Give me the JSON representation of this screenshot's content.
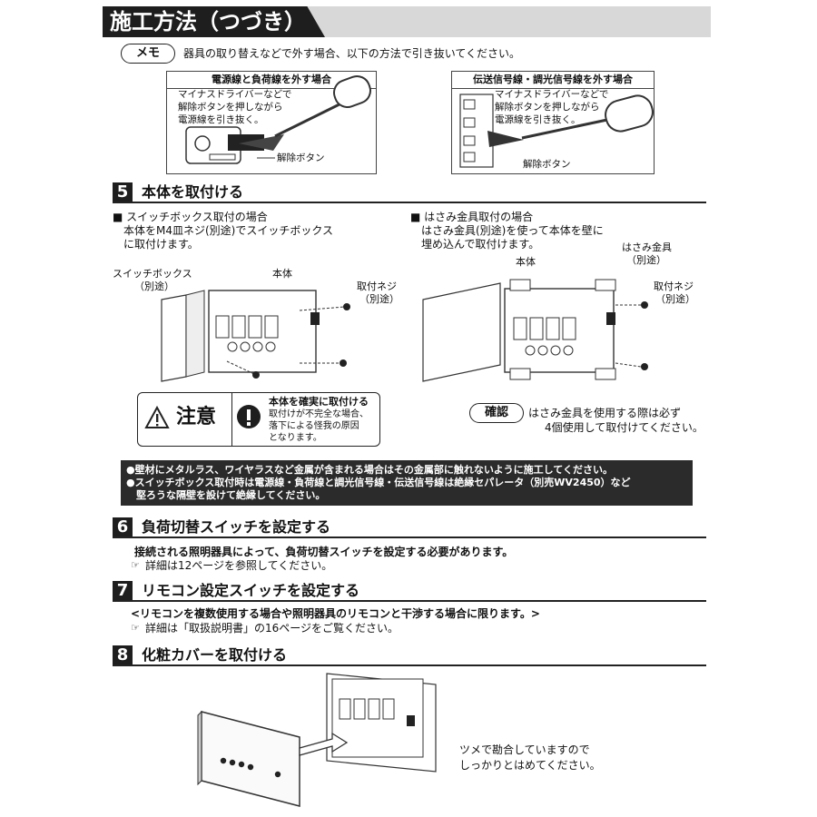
{
  "header": {
    "title": "施工方法（つづき）"
  },
  "memo": {
    "badge": "メモ",
    "text": "器具の取り替えなどで外す場合、以下の方法で引き抜いてください。",
    "left_box": {
      "title": "電源線と負荷線を外す場合",
      "instr_1": "マイナスドライバーなどで",
      "instr_2": "解除ボタンを押しながら",
      "instr_3": "電源線を引き抜く。",
      "button_label": "解除ボタン"
    },
    "right_box": {
      "title": "伝送信号線・調光信号線を外す場合",
      "instr_1": "マイナスドライバーなどで",
      "instr_2": "解除ボタンを押しながら",
      "instr_3": "電源線を引き抜く。",
      "button_label": "解除ボタン"
    }
  },
  "section5": {
    "num": "5",
    "title": "本体を取付ける",
    "left": {
      "heading": "■ スイッチボックス取付の場合",
      "line_1": "本体をM4皿ネジ(別途)でスイッチボックス",
      "line_2": "に取付けます。",
      "label_box_1": "スイッチボックス",
      "label_box_2": "（別途）",
      "label_body": "本体",
      "label_screw_1": "取付ネジ",
      "label_screw_2": "（別途）"
    },
    "right": {
      "heading": "■ はさみ金具取付の場合",
      "line_1": "はさみ金具(別途)を使って本体を壁に",
      "line_2": "埋め込んで取付けます。",
      "label_clip_1": "はさみ金具",
      "label_clip_2": "（別途）",
      "label_body": "本体",
      "label_screw_1": "取付ネジ",
      "label_screw_2": "（別途）"
    },
    "caution": {
      "label": "注意",
      "head": "本体を確実に取付ける",
      "line_1": "取付けが不完全な場合、",
      "line_2": "落下による怪我の原因",
      "line_3": "となります。"
    },
    "confirm": {
      "badge": "確認",
      "line_1": "はさみ金具を使用する際は必ず",
      "line_2": "4個使用して取付けてください。"
    },
    "notes": {
      "line_1": "●壁材にメタルラス、ワイヤラスなど金属が含まれる場合はその金属部に触れないように施工してください。",
      "line_2": "●スイッチボックス取付時は電源線・負荷線と調光信号線・伝送信号線は絶縁セパレータ（別売WV2450）など",
      "line_3": "　堅ろうな隔壁を設けて絶縁してください。"
    }
  },
  "section6": {
    "num": "6",
    "title": "負荷切替スイッチを設定する",
    "line_1": "接続される照明器具によって、負荷切替スイッチを設定する必要があります。",
    "line_2": "詳細は12ページを参照してください。"
  },
  "section7": {
    "num": "7",
    "title": "リモコン設定スイッチを設定する",
    "line_1": "<リモコンを複数使用する場合や照明器具のリモコンと干渉する場合に限ります。>",
    "line_2": "詳細は「取扱説明書」の16ページをご覧ください。"
  },
  "section8": {
    "num": "8",
    "title": "化粧カバーを取付ける",
    "line_1": "ツメで勘合していますので",
    "line_2": "しっかりとはめてください。"
  }
}
